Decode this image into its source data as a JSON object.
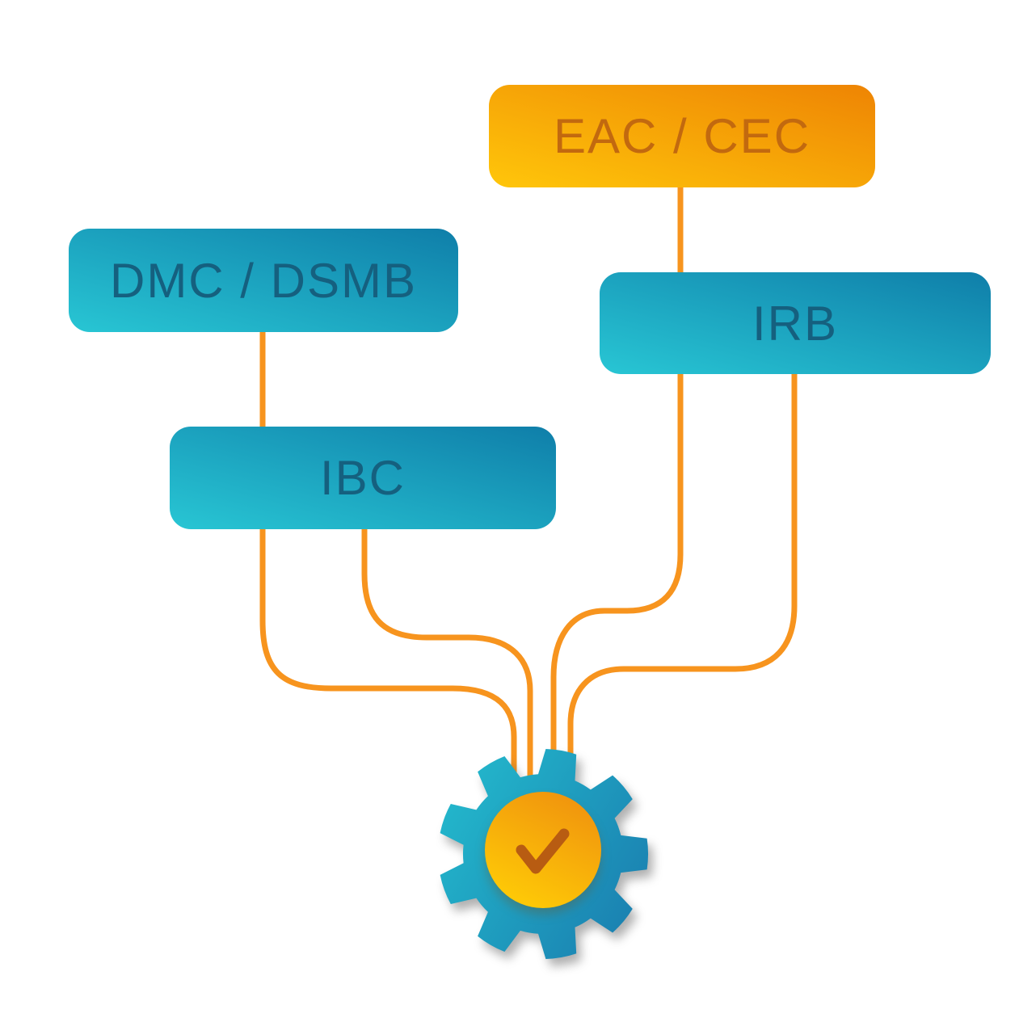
{
  "diagram": {
    "boxes": [
      {
        "id": "eac-cec",
        "label": "EAC / CEC",
        "theme": "orange"
      },
      {
        "id": "dmc-dsmb",
        "label": "DMC / DSMB",
        "theme": "teal"
      },
      {
        "id": "irb",
        "label": "IRB",
        "theme": "teal"
      },
      {
        "id": "ibc",
        "label": "IBC",
        "theme": "teal"
      }
    ],
    "colors": {
      "teal_light": "#28C6D4",
      "teal_dark": "#0F7EA9",
      "teal_text": "#15607F",
      "orange_light": "#FFC60A",
      "orange_dark": "#EE8404",
      "orange_text": "#C2690F",
      "connector": "#F7941E",
      "gear_light": "#23B8CC",
      "gear_dark": "#1A7FB0",
      "badge_yellow": "#FFCC06",
      "badge_orange": "#F0930E",
      "check": "#B85C12"
    }
  }
}
